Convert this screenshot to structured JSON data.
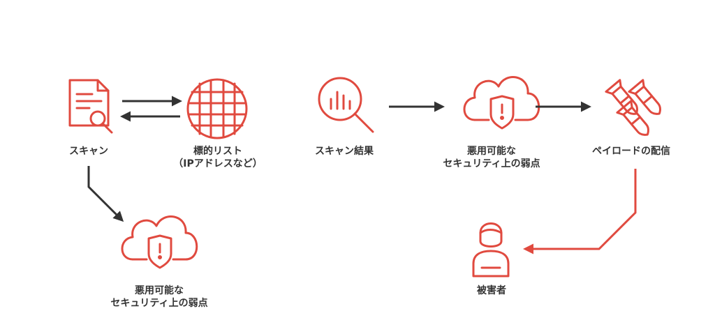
{
  "colors": {
    "accent": "#e04a3f",
    "dark": "#333333",
    "background": "#ffffff"
  },
  "nodes": {
    "scan": {
      "label": "スキャン",
      "icon": "document-search-icon"
    },
    "target_list": {
      "label_line1": "標的リスト",
      "label_line2": "（IPアドレスなど）",
      "icon": "globe-grid-icon"
    },
    "vuln_left": {
      "label_line1": "悪用可能な",
      "label_line2": "セキュリティ上の弱点",
      "icon": "cloud-shield-icon"
    },
    "scan_result": {
      "label": "スキャン結果",
      "icon": "magnifier-chart-icon"
    },
    "vuln_mid": {
      "label_line1": "悪用可能な",
      "label_line2": "セキュリティ上の弱点",
      "icon": "cloud-shield-icon"
    },
    "payload": {
      "label": "ペイロードの配信",
      "icon": "missiles-icon"
    },
    "victim": {
      "label": "被害者",
      "icon": "person-icon"
    }
  }
}
